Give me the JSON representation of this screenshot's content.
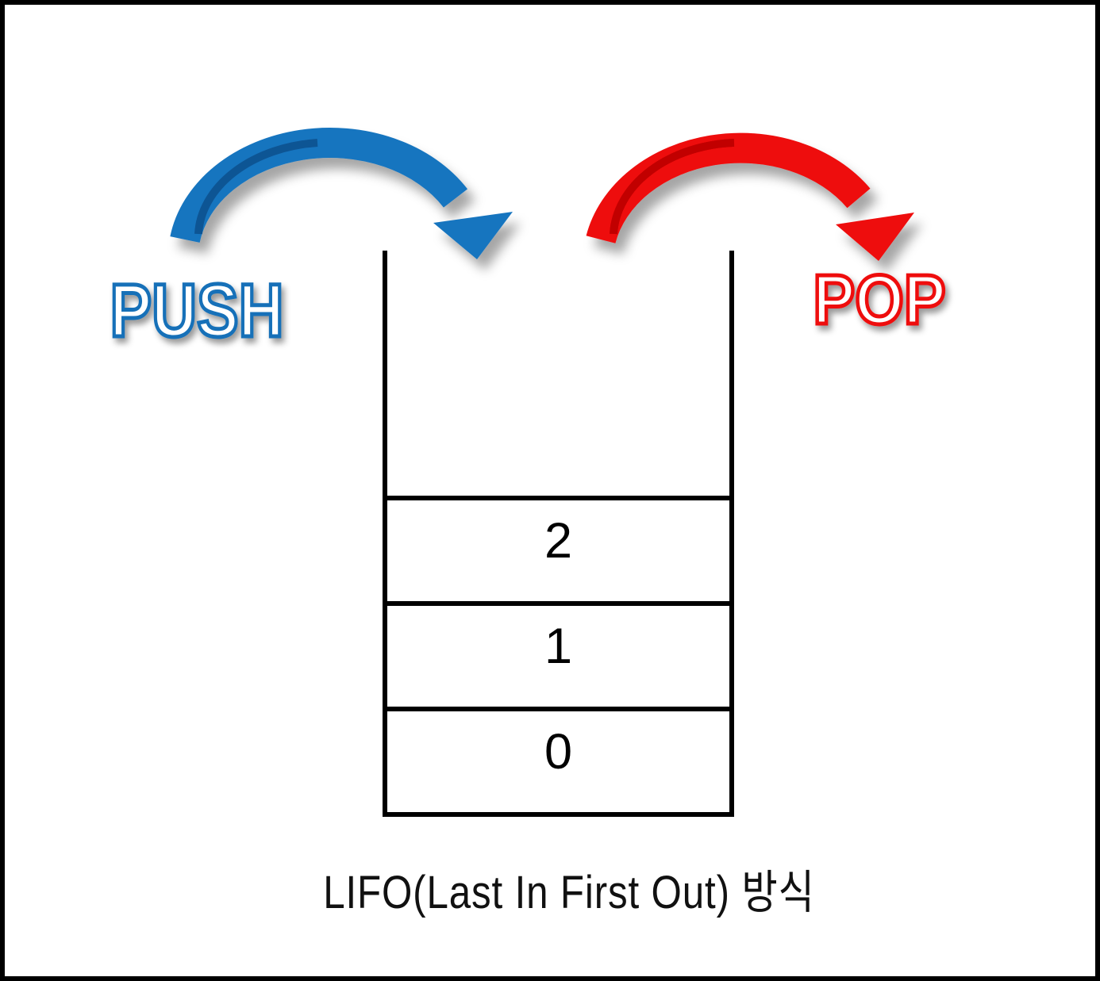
{
  "labels": {
    "push": "PUSH",
    "pop": "POP"
  },
  "stack": {
    "cells": [
      {
        "value": "2"
      },
      {
        "value": "1"
      },
      {
        "value": "0"
      }
    ]
  },
  "caption": "LIFO(Last In First Out) 방식",
  "colors": {
    "push": "#1774bf",
    "push-dark": "#0e4f8c",
    "push-outline": "#1470b8",
    "pop": "#ee0a0a",
    "pop-dark": "#b80000",
    "pop-outline": "#ee1111",
    "line": "#000000"
  }
}
